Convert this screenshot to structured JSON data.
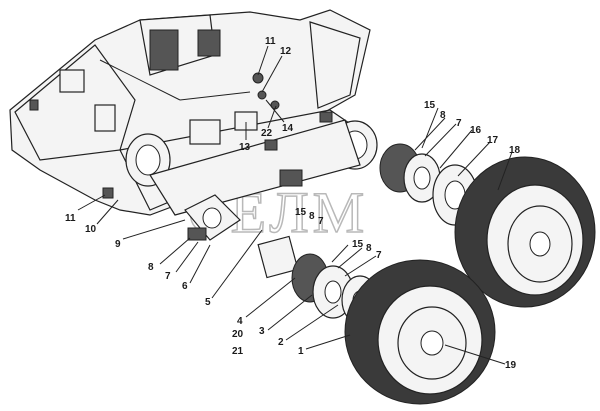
{
  "watermark": "СЕЛМ",
  "callouts": [
    {
      "id": "c11a",
      "text": "11"
    },
    {
      "id": "c12",
      "text": "12"
    },
    {
      "id": "c22",
      "text": "22"
    },
    {
      "id": "c14",
      "text": "14"
    },
    {
      "id": "c13",
      "text": "13"
    },
    {
      "id": "c15a",
      "text": "15"
    },
    {
      "id": "c8a",
      "text": "8"
    },
    {
      "id": "c7a",
      "text": "7"
    },
    {
      "id": "c16",
      "text": "16"
    },
    {
      "id": "c17",
      "text": "17"
    },
    {
      "id": "c18",
      "text": "18"
    },
    {
      "id": "c15b",
      "text": "15"
    },
    {
      "id": "c8b",
      "text": "8"
    },
    {
      "id": "c7b",
      "text": "7"
    },
    {
      "id": "c15c",
      "text": "15"
    },
    {
      "id": "c8c",
      "text": "8"
    },
    {
      "id": "c7c",
      "text": "7"
    },
    {
      "id": "c11b",
      "text": "11"
    },
    {
      "id": "c10",
      "text": "10"
    },
    {
      "id": "c9",
      "text": "9"
    },
    {
      "id": "c8d",
      "text": "8"
    },
    {
      "id": "c7d",
      "text": "7"
    },
    {
      "id": "c6",
      "text": "6"
    },
    {
      "id": "c5",
      "text": "5"
    },
    {
      "id": "c4",
      "text": "4"
    },
    {
      "id": "c20",
      "text": "20"
    },
    {
      "id": "c21",
      "text": "21"
    },
    {
      "id": "c3",
      "text": "3"
    },
    {
      "id": "c2",
      "text": "2"
    },
    {
      "id": "c1",
      "text": "1"
    },
    {
      "id": "c19",
      "text": "19"
    }
  ]
}
